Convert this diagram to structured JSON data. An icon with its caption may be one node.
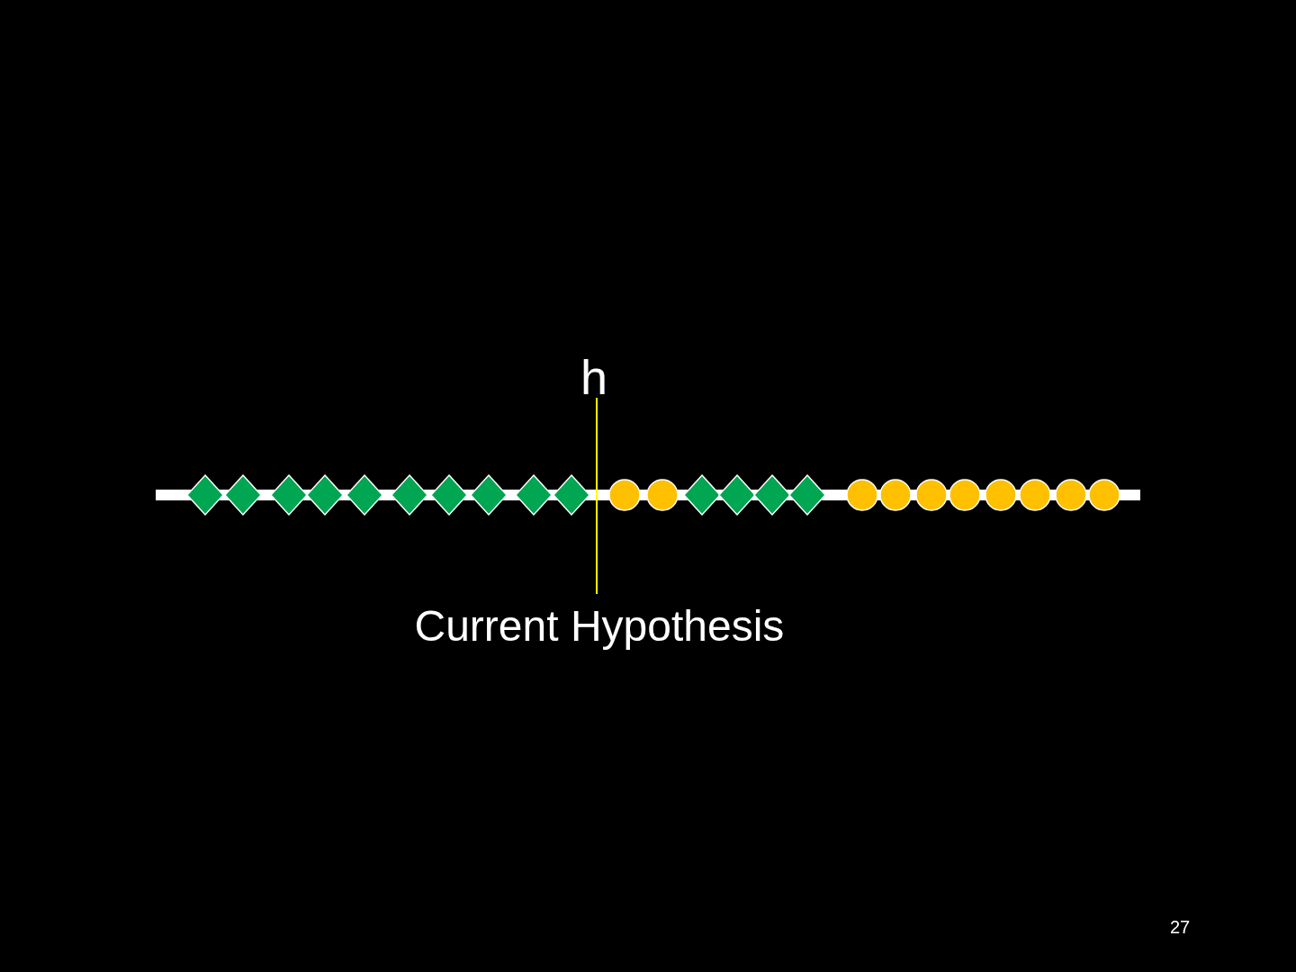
{
  "diagram": {
    "labels": [
      "h",
      "Current Hypothesis",
      "27"
    ]
  }
}
